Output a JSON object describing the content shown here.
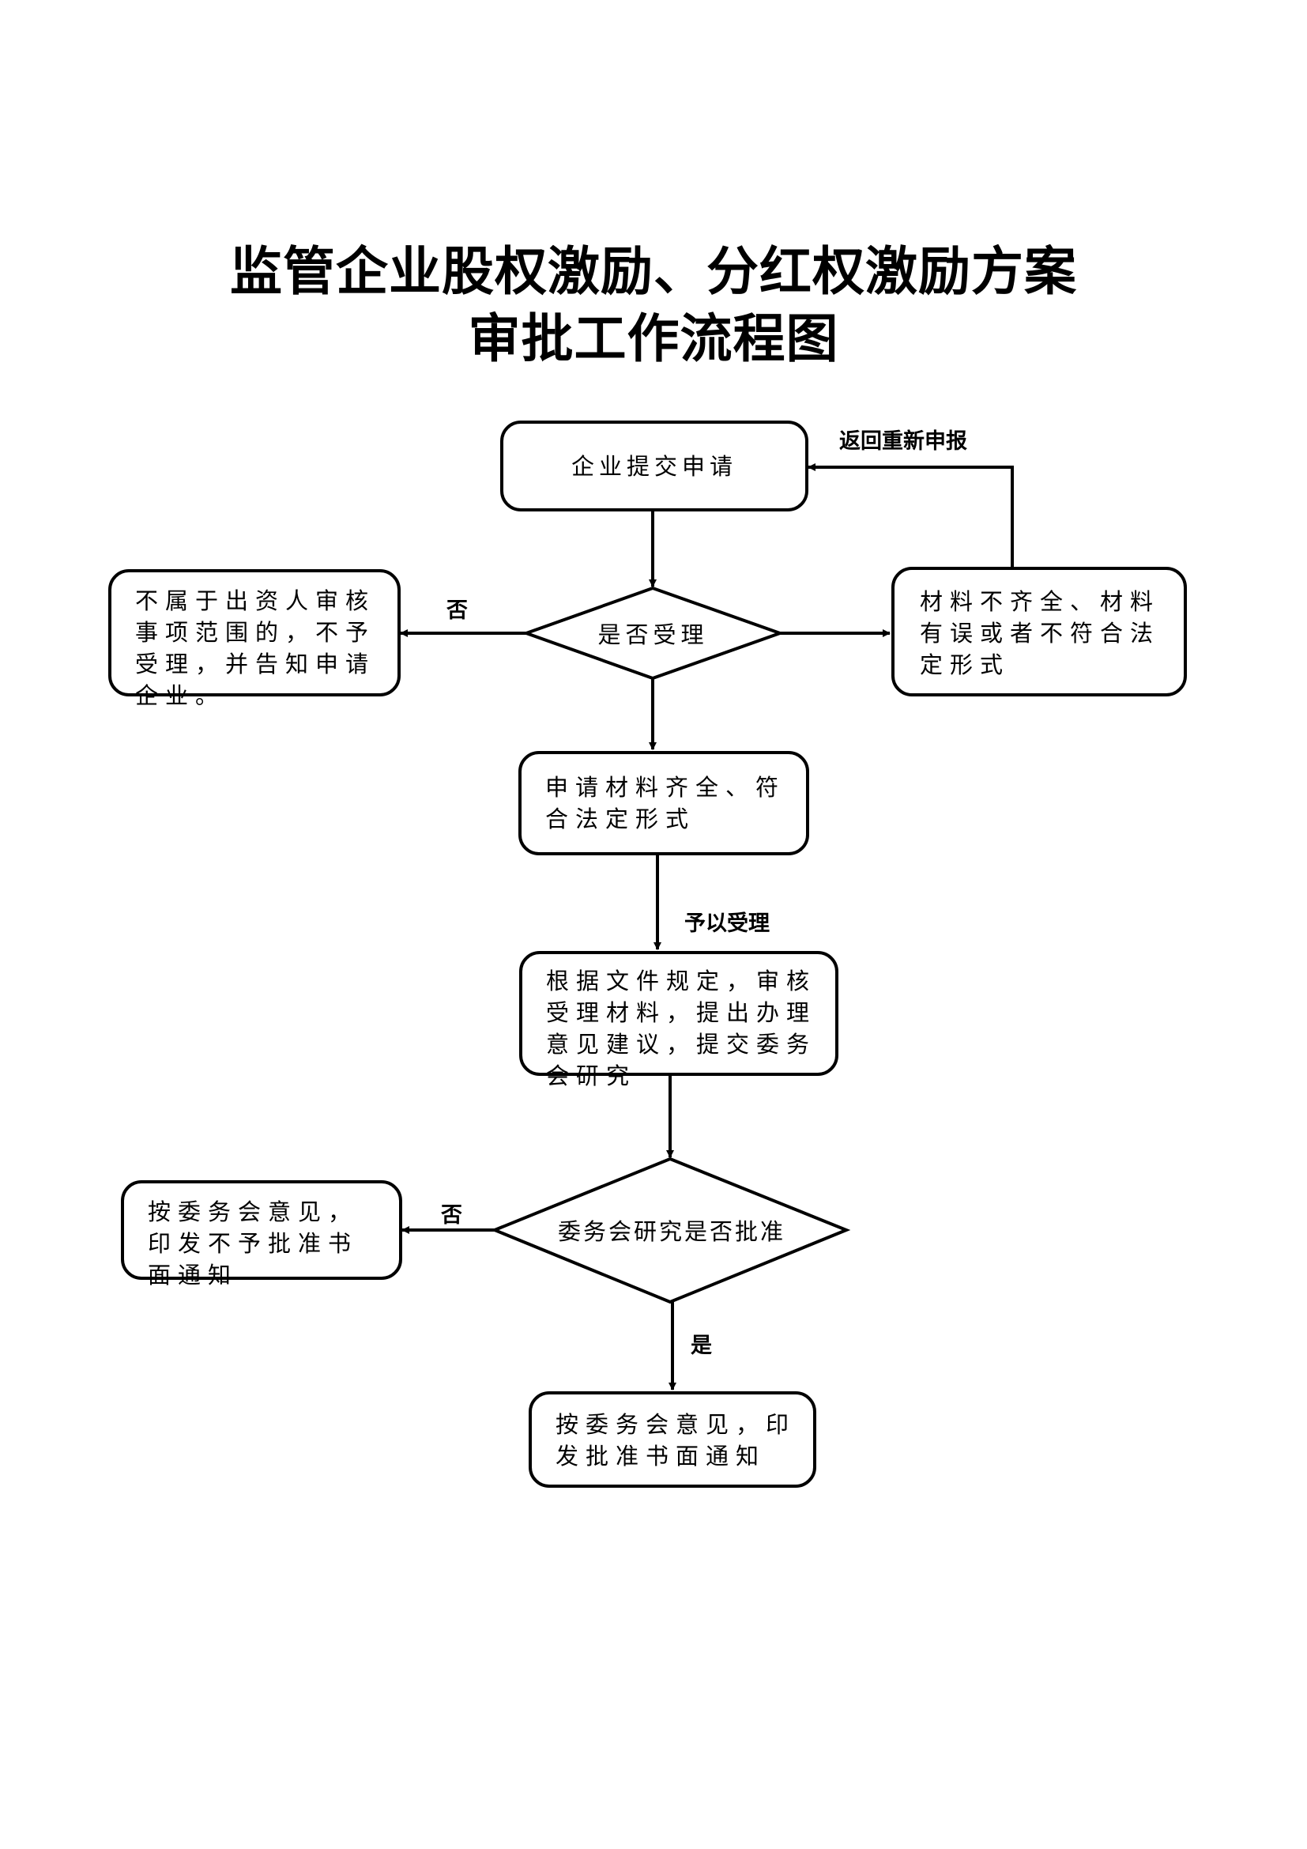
{
  "title": {
    "line1": "监管企业股权激励、分红权激励方案",
    "line2": "审批工作流程图"
  },
  "nodes": {
    "submit": "企业提交申请",
    "accept_decision": "是否受理",
    "reject_scope": "不属于出资人审核事项范围的，不予受理，并告知申请企业。",
    "incomplete": "材料不齐全、材料有误或者不符合法定形式",
    "complete": "申请材料齐全、符合法定形式",
    "review": "根据文件规定，审核受理材料，提出办理意见建议，提交委务会研究",
    "approve_decision": "委务会研究是否批准",
    "not_approved": "按委务会意见，印发不予批准书面通知",
    "approved": "按委务会意见，印发批准书面通知"
  },
  "edge_labels": {
    "resubmit": "返回重新申报",
    "no_1": "否",
    "accepted": "予以受理",
    "no_2": "否",
    "yes": "是"
  }
}
